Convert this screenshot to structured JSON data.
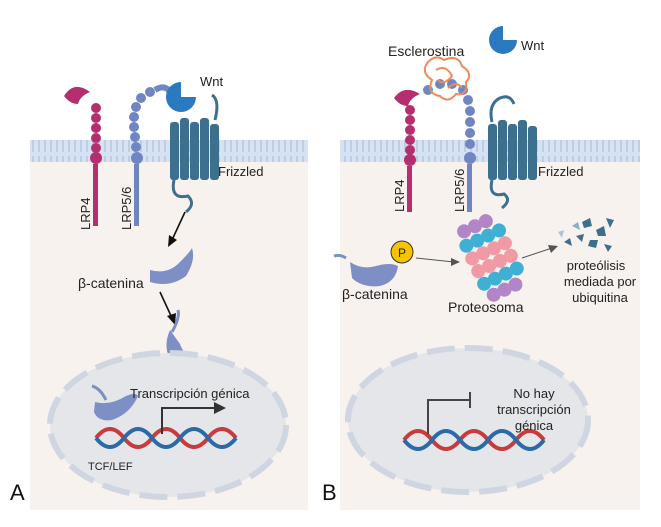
{
  "panel_a": {
    "letter": "A",
    "wnt": "Wnt",
    "lrp4": "LRP4",
    "lrp56": "LRP5/6",
    "frizzled": "Frizzled",
    "beta_catenin": "β-catenina",
    "transcription": "Transcripción génica",
    "tcf_lef": "TCF/LEF"
  },
  "panel_b": {
    "letter": "B",
    "wnt": "Wnt",
    "sclerostin": "Esclerostina",
    "lrp4": "LRP4",
    "lrp56": "LRP5/6",
    "frizzled": "Frizzled",
    "beta_catenin": "β-catenina",
    "phospho": "P",
    "proteasome": "Proteosoma",
    "proteolysis_1": "proteólisis",
    "proteolysis_2": "mediada por",
    "proteolysis_3": "ubiquitina",
    "no_transcription_1": "No hay",
    "no_transcription_2": "transcripción",
    "no_transcription_3": "génica"
  },
  "colors": {
    "cytoplasm": "#f8f2ee",
    "membrane": "#c9d8ec",
    "lrp4": "#b52f6e",
    "lrp56": "#6f86c3",
    "frizzled": "#3d6f8f",
    "wnt": "#2a7ac0",
    "beta_catenin": "#7d8fc4",
    "dna_red": "#c93a3a",
    "dna_blue": "#2b6aa8",
    "nucleus": "#e5e6e9"
  }
}
